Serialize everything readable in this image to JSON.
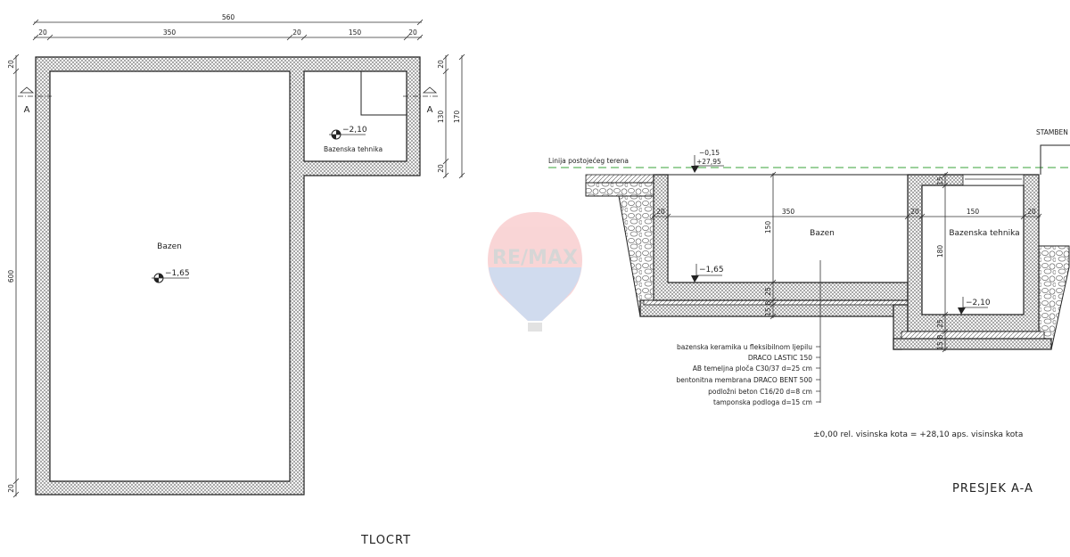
{
  "plan": {
    "title": "TLOCRT",
    "total_width": "560",
    "widths": [
      "20",
      "350",
      "20",
      "150",
      "20"
    ],
    "left_dims": [
      "20",
      "600",
      "20"
    ],
    "right_dims": [
      "20",
      "130",
      "20"
    ],
    "right_total": "170",
    "section_marker": "A",
    "pool": {
      "label": "Bazen",
      "level": "−1,65"
    },
    "tech": {
      "label": "Bazenska tehnika",
      "level": "−2,10"
    }
  },
  "section": {
    "title": "PRESJEK A-A",
    "terrain_label": "Linija postojećeg terena",
    "terrain_level_rel": "−0,15",
    "terrain_level_abs": "+27,95",
    "building_label": "STAMBEN",
    "widths": [
      "20",
      "350",
      "20",
      "150",
      "20"
    ],
    "pool": {
      "label": "Bazen",
      "depth": "150",
      "floor_level": "−1,65",
      "slab": "25",
      "layer_a": "15",
      "layer_b": "8"
    },
    "tech": {
      "label": "Bazenska tehnika",
      "height": "180",
      "top_slab": "15",
      "floor_level": "−2,10",
      "slab": "25",
      "layer_a": "15",
      "layer_b": "8"
    },
    "layers": [
      "bazenska keramika u fleksibilnom ljepilu",
      "DRACO LASTIC 150",
      "AB temeljna ploča C30/37 d=25 cm",
      "bentonitna membrana DRACO BENT 500",
      "podložni beton C16/20 d=8 cm",
      "tamponska podloga d=15 cm"
    ],
    "datum_note": "±0,00 rel. visinska kota = +28,10 aps. visinska kota"
  },
  "watermark": {
    "text": "RE/MAX",
    "colors": {
      "red": "#e11b22",
      "blue": "#003da5"
    }
  },
  "colors": {
    "terrain_line": "#3aa33a",
    "line": "#222222"
  }
}
